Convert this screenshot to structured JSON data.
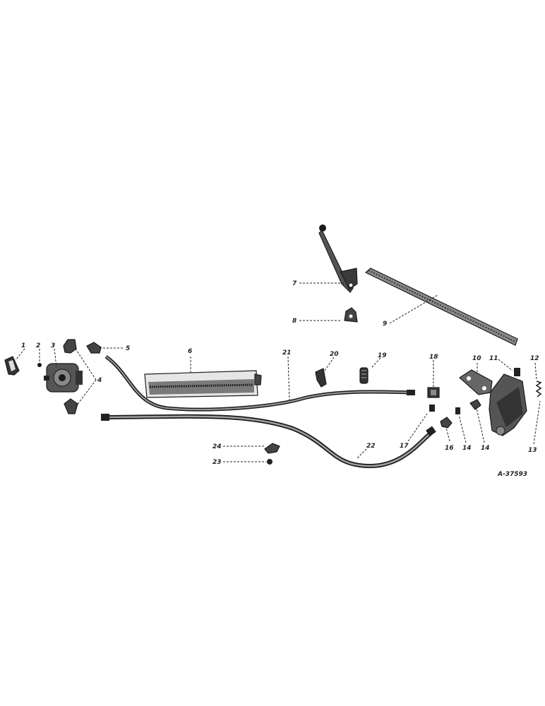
{
  "diagram": {
    "reference_code": "A-37593",
    "callouts": [
      "1",
      "2",
      "3",
      "4",
      "5",
      "6",
      "7",
      "8",
      "9",
      "10",
      "11",
      "12",
      "13",
      "14",
      "14",
      "16",
      "17",
      "18",
      "19",
      "20",
      "21",
      "22",
      "23",
      "24"
    ],
    "colors": {
      "ink": "#1a1a1a",
      "shade": "#6b6b6b",
      "paper": "#ffffff"
    }
  }
}
